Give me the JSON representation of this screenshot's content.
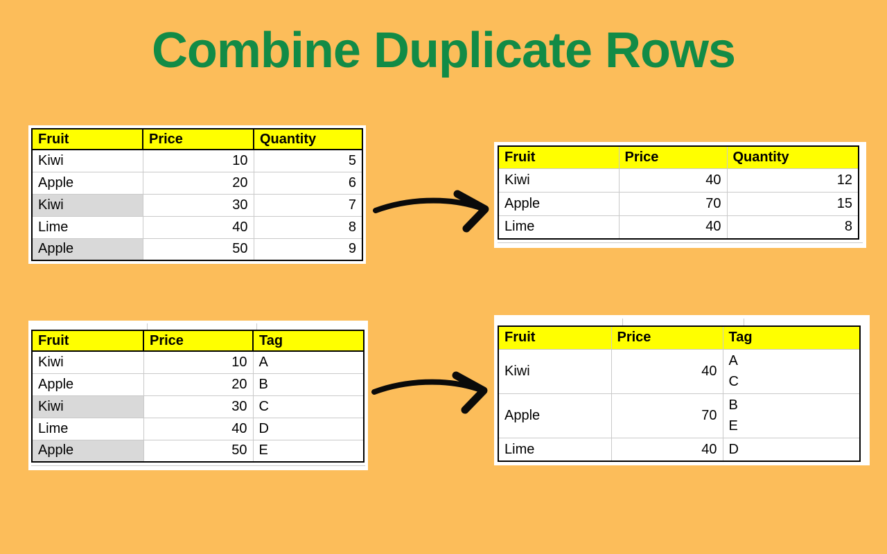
{
  "page": {
    "background_color": "#FCBD5A"
  },
  "title": {
    "text": "Combine Duplicate Rows",
    "color": "#128B46"
  },
  "colors": {
    "header_bg": "#FFFF00",
    "duplicate_cell_bg": "#D9D9D9",
    "table_border": "#000000",
    "gridline": "#C9C9C9",
    "card_bg": "#FFFFFF",
    "arrow": "#0A0A0A",
    "text": "#000000"
  },
  "tables": {
    "source_quantity": {
      "columns": [
        {
          "label": "Fruit",
          "align": "left"
        },
        {
          "label": "Price",
          "align": "right"
        },
        {
          "label": "Quantity",
          "align": "right"
        }
      ],
      "rows": [
        {
          "cells": [
            "Kiwi",
            "10",
            "5"
          ],
          "duplicate": false
        },
        {
          "cells": [
            "Apple",
            "20",
            "6"
          ],
          "duplicate": false
        },
        {
          "cells": [
            "Kiwi",
            "30",
            "7"
          ],
          "duplicate": true
        },
        {
          "cells": [
            "Lime",
            "40",
            "8"
          ],
          "duplicate": false
        },
        {
          "cells": [
            "Apple",
            "50",
            "9"
          ],
          "duplicate": true
        }
      ]
    },
    "combined_quantity": {
      "columns": [
        {
          "label": "Fruit",
          "align": "left"
        },
        {
          "label": "Price",
          "align": "right"
        },
        {
          "label": "Quantity",
          "align": "right"
        }
      ],
      "rows": [
        {
          "cells": [
            "Kiwi",
            "40",
            "12"
          ],
          "duplicate": false
        },
        {
          "cells": [
            "Apple",
            "70",
            "15"
          ],
          "duplicate": false
        },
        {
          "cells": [
            "Lime",
            "40",
            "8"
          ],
          "duplicate": false
        }
      ]
    },
    "source_tag": {
      "columns": [
        {
          "label": "Fruit",
          "align": "left"
        },
        {
          "label": "Price",
          "align": "right"
        },
        {
          "label": "Tag",
          "align": "left"
        }
      ],
      "rows": [
        {
          "cells": [
            "Kiwi",
            "10",
            "A"
          ],
          "duplicate": false
        },
        {
          "cells": [
            "Apple",
            "20",
            "B"
          ],
          "duplicate": false
        },
        {
          "cells": [
            "Kiwi",
            "30",
            "C"
          ],
          "duplicate": true
        },
        {
          "cells": [
            "Lime",
            "40",
            "D"
          ],
          "duplicate": false
        },
        {
          "cells": [
            "Apple",
            "50",
            "E"
          ],
          "duplicate": true
        }
      ]
    },
    "combined_tag": {
      "columns": [
        {
          "label": "Fruit",
          "align": "left"
        },
        {
          "label": "Price",
          "align": "right"
        },
        {
          "label": "Tag",
          "align": "left"
        }
      ],
      "rows": [
        {
          "cells": [
            "Kiwi",
            "40",
            [
              "A",
              "C"
            ]
          ],
          "duplicate": false
        },
        {
          "cells": [
            "Apple",
            "70",
            [
              "B",
              "E"
            ]
          ],
          "duplicate": false
        },
        {
          "cells": [
            "Lime",
            "40",
            [
              "D"
            ]
          ],
          "duplicate": false
        }
      ]
    }
  },
  "arrows": [
    {
      "glyph": "hand-drawn-right-arrow"
    },
    {
      "glyph": "hand-drawn-right-arrow"
    }
  ]
}
